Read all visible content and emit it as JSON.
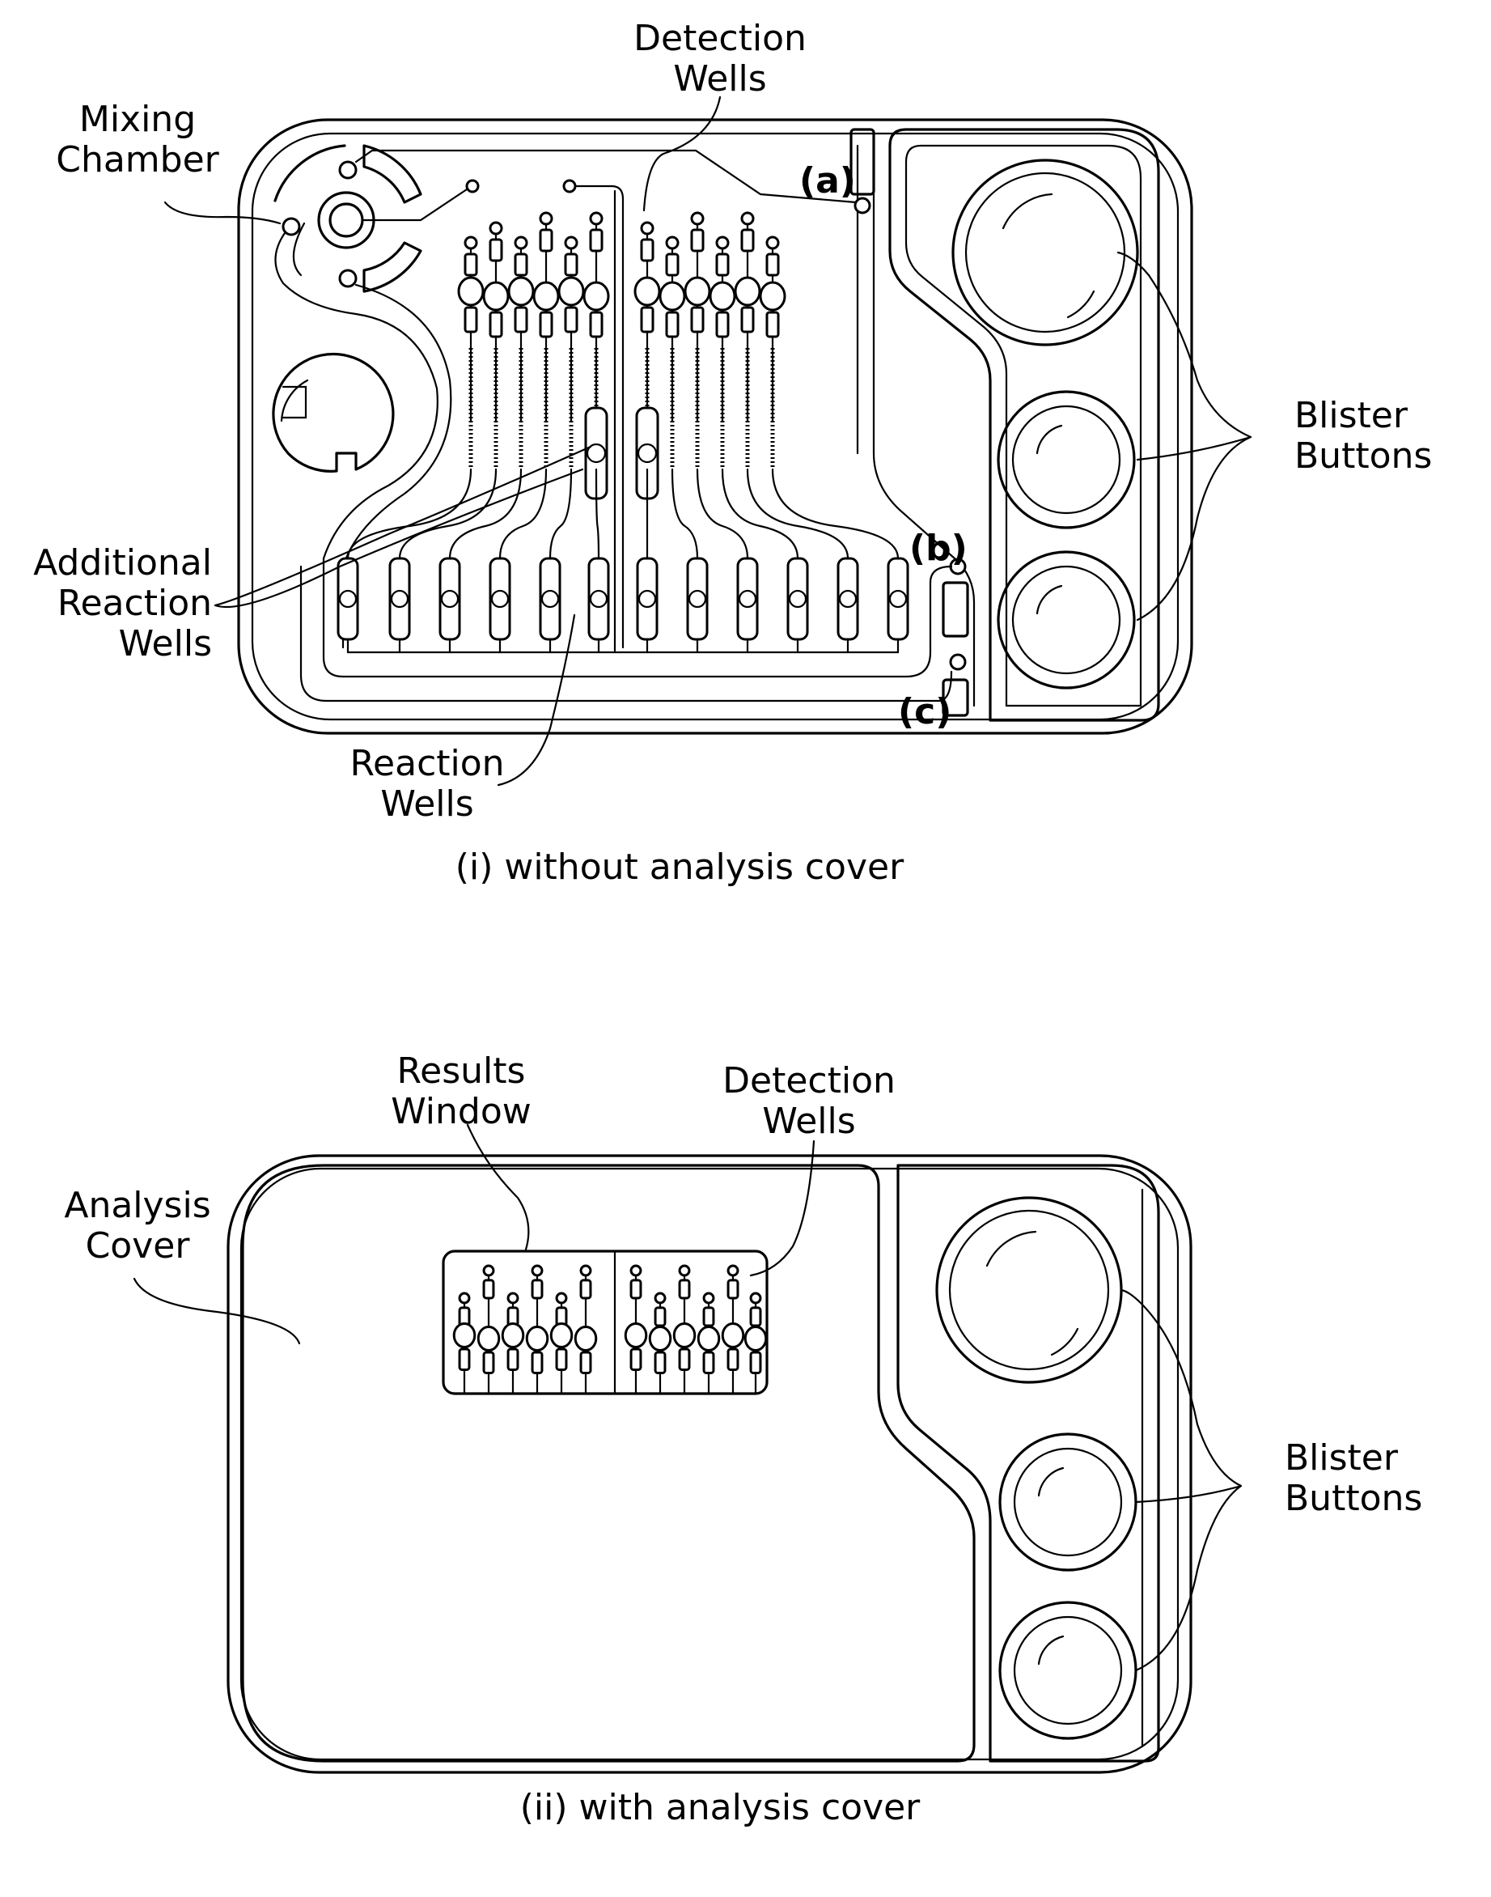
{
  "panel_top": {
    "labels": {
      "detection_wells": [
        "Detection",
        "Wells"
      ],
      "mixing_chamber": [
        "Mixing",
        "Chamber"
      ],
      "blister_buttons": [
        "Blister",
        "Buttons"
      ],
      "additional_reaction_wells": [
        "Additional",
        "Reaction",
        "Wells"
      ],
      "reaction_wells": [
        "Reaction",
        "Wells"
      ]
    },
    "ports": [
      "(a)",
      "(b)",
      "(c)"
    ],
    "caption": "(i) without analysis cover"
  },
  "panel_bottom": {
    "labels": {
      "results_window": [
        "Results",
        "Window"
      ],
      "detection_wells": [
        "Detection",
        "Wells"
      ],
      "analysis_cover": [
        "Analysis",
        "Cover"
      ],
      "blister_buttons": [
        "Blister",
        "Buttons"
      ]
    },
    "caption": "(ii) with analysis cover"
  },
  "colors": {
    "line": "#000000",
    "background": "#ffffff"
  }
}
